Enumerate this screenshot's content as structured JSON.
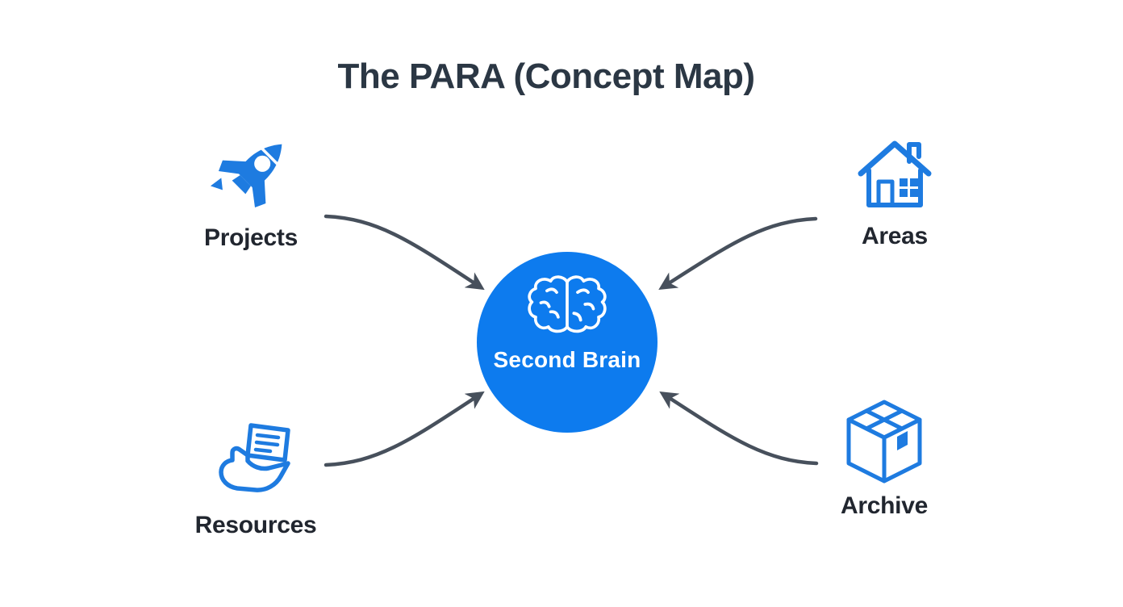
{
  "title": "The PARA (Concept Map)",
  "center": {
    "label": "Second Brain",
    "icon": "brain-icon"
  },
  "nodes": [
    {
      "id": "projects",
      "label": "Projects",
      "icon": "rocket-icon",
      "position": "top-left"
    },
    {
      "id": "areas",
      "label": "Areas",
      "icon": "house-icon",
      "position": "top-right"
    },
    {
      "id": "resources",
      "label": "Resources",
      "icon": "hand-document-icon",
      "position": "bottom-left"
    },
    {
      "id": "archive",
      "label": "Archive",
      "icon": "box-icon",
      "position": "bottom-right"
    }
  ],
  "edges": [
    {
      "from": "Projects",
      "to": "Second Brain"
    },
    {
      "from": "Areas",
      "to": "Second Brain"
    },
    {
      "from": "Resources",
      "to": "Second Brain"
    },
    {
      "from": "Archive",
      "to": "Second Brain"
    }
  ],
  "colors": {
    "background": "#ffffff",
    "title_text": "#2b3744",
    "label_text": "#21262f",
    "node_blue": "#1e7be0",
    "node_blue_light": "#8ec4ef",
    "center_circle": "#0d7bee",
    "center_text": "#ffffff",
    "arrow": "#47505c"
  }
}
